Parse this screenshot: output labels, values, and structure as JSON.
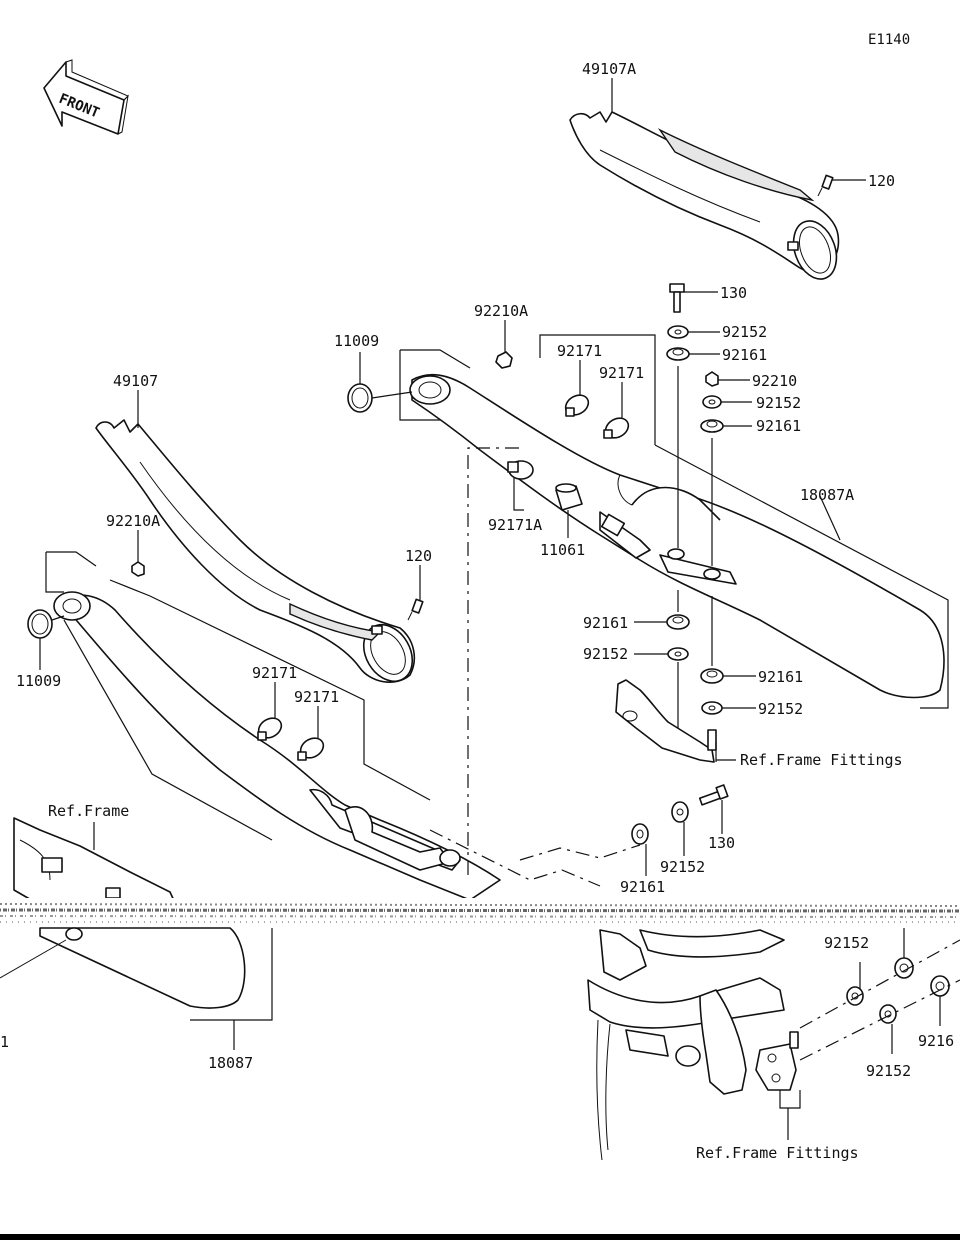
{
  "diagram_code": "E1140",
  "front_label": "FRONT",
  "callouts": {
    "c49107A": "49107A",
    "c120_top": "120",
    "c130_top": "130",
    "c92152_a": "92152",
    "c92161_a": "92161",
    "c92210": "92210",
    "c92152_b": "92152",
    "c92161_b": "92161",
    "c92210A_top": "92210A",
    "c11009_top": "11009",
    "c92171_a": "92171",
    "c92171_b": "92171",
    "c18087A": "18087A",
    "c92171A": "92171A",
    "c11061": "11061",
    "c49107": "49107",
    "c92210A_left": "92210A",
    "c120_left": "120",
    "c11009_left": "11009",
    "c92161_c": "92161",
    "c92152_c": "92152",
    "c92161_d": "92161",
    "c92152_d": "92152",
    "ref_frame_fittings_top": "Ref.Frame Fittings",
    "c92171_c": "92171",
    "c92171_d": "92171",
    "c130_mid": "130",
    "c92152_e": "92152",
    "c92161_e": "92161",
    "ref_frame": "Ref.Frame",
    "c18087": "18087",
    "c1_cut": "1",
    "c92152_f": "92152",
    "c9216_cut": "9216",
    "c92152_g": "92152",
    "ref_frame_fittings_bottom": "Ref.Frame Fittings"
  },
  "colors": {
    "line": "#111111",
    "background": "#ffffff",
    "shade": "#e6e6e6"
  }
}
